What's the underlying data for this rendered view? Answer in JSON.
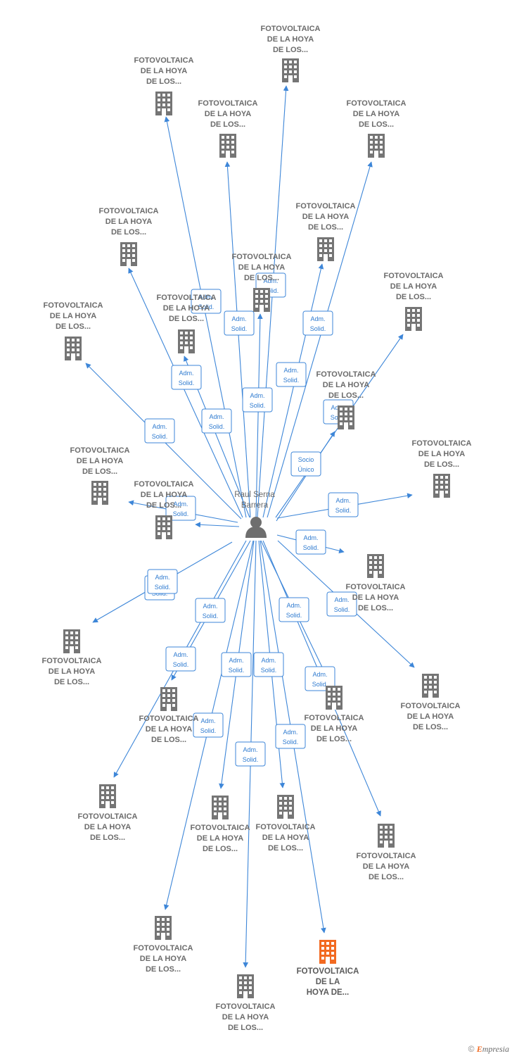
{
  "center": {
    "name_line1": "Raul Serna",
    "name_line2": "Barrera"
  },
  "colors": {
    "edge": "#3d86d8",
    "building": "#757575",
    "highlight": "#f26a21"
  },
  "nodes": [
    {
      "id": "n1",
      "l1": "FOTOVOLTAICA",
      "l2": "DE LA HOYA",
      "l3": "DE LOS..."
    },
    {
      "id": "n2",
      "l1": "FOTOVOLTAICA",
      "l2": "DE LA HOYA",
      "l3": "DE LOS..."
    },
    {
      "id": "n3",
      "l1": "FOTOVOLTAICA",
      "l2": "DE LA HOYA",
      "l3": "DE LOS..."
    },
    {
      "id": "n4",
      "l1": "FOTOVOLTAICA",
      "l2": "DE LA HOYA",
      "l3": "DE LOS..."
    },
    {
      "id": "n5",
      "l1": "FOTOVOLTAICA",
      "l2": "DE LA HOYA",
      "l3": "DE LOS..."
    },
    {
      "id": "n6",
      "l1": "FOTOVOLTAICA",
      "l2": "DE LA HOYA",
      "l3": "DE LOS..."
    },
    {
      "id": "n7",
      "l1": "FOTOVOLTAICA",
      "l2": "DE LA HOYA",
      "l3": "DE LOS..."
    },
    {
      "id": "n8",
      "l1": "FOTOVOLTAICA",
      "l2": "DE LA HOYA",
      "l3": "DE LOS..."
    },
    {
      "id": "n9",
      "l1": "FOTOVOLTAICA",
      "l2": "DE LA HOYA",
      "l3": "DE LOS..."
    },
    {
      "id": "n10",
      "l1": "FOTOVOLTAICA",
      "l2": "DE LA HOYA",
      "l3": "DE LOS..."
    },
    {
      "id": "n11",
      "l1": "FOTOVOLTAICA",
      "l2": "DE LA HOYA",
      "l3": "DE LOS..."
    },
    {
      "id": "n12",
      "l1": "FOTOVOLTAICA",
      "l2": "DE LA HOYA",
      "l3": "DE LOS..."
    },
    {
      "id": "n13",
      "l1": "FOTOVOLTAICA",
      "l2": "DE LA HOYA",
      "l3": "DE LOS..."
    },
    {
      "id": "n14",
      "l1": "FOTOVOLTAICA",
      "l2": "DE LA HOYA",
      "l3": "DE LOS..."
    },
    {
      "id": "n15",
      "l1": "FOTOVOLTAICA",
      "l2": "DE LA HOYA",
      "l3": "DE LOS..."
    },
    {
      "id": "n16",
      "l1": "FOTOVOLTAICA",
      "l2": "DE LA HOYA",
      "l3": "DE LOS..."
    },
    {
      "id": "n17",
      "l1": "FOTOVOLTAICA",
      "l2": "DE LA HOYA",
      "l3": "DE LOS..."
    },
    {
      "id": "n18",
      "l1": "FOTOVOLTAICA",
      "l2": "DE LA HOYA",
      "l3": "DE LOS..."
    },
    {
      "id": "n19",
      "l1": "FOTOVOLTAICA",
      "l2": "DE LA HOYA",
      "l3": "DE LOS..."
    },
    {
      "id": "n20",
      "l1": "FOTOVOLTAICA",
      "l2": "DE LA HOYA",
      "l3": "DE LOS..."
    },
    {
      "id": "n21",
      "l1": "FOTOVOLTAICA",
      "l2": "DE LA HOYA",
      "l3": "DE LOS..."
    },
    {
      "id": "n22",
      "l1": "FOTOVOLTAICA",
      "l2": "DE LA HOYA",
      "l3": "DE LOS..."
    },
    {
      "id": "n23",
      "l1": "FOTOVOLTAICA",
      "l2": "DE LA HOYA",
      "l3": "DE LOS..."
    },
    {
      "id": "n24",
      "l1": "FOTOVOLTAICA",
      "l2": "DE LA HOYA",
      "l3": "DE LOS..."
    },
    {
      "id": "n25",
      "l1": "FOTOVOLTAICA",
      "l2": "DE LA HOYA",
      "l3": "DE LOS..."
    },
    {
      "id": "n26",
      "l1": "FOTOVOLTAICA",
      "l2": "DE LA HOYA",
      "l3": "DE LOS..."
    },
    {
      "id": "n27",
      "l1": "FOTOVOLTAICA",
      "l2": "DE LA",
      "l3": "HOYA DE...",
      "highlight": true
    }
  ],
  "edges": [
    {
      "to": "n1",
      "label1": "Adm.",
      "label2": "Solid."
    },
    {
      "to": "n2",
      "label1": "Adm.",
      "label2": "Solid."
    },
    {
      "to": "n3",
      "label1": "Adm.",
      "label2": "Solid."
    },
    {
      "to": "n4",
      "label1": "Adm.",
      "label2": "Solid."
    },
    {
      "to": "n5",
      "label1": "Adm.",
      "label2": "Solid."
    },
    {
      "to": "n6",
      "label1": "Adm.",
      "label2": "Solid."
    },
    {
      "to": "n7",
      "label1": "Adm.",
      "label2": "Solid."
    },
    {
      "to": "n8",
      "label1": "Adm.",
      "label2": "Solid."
    },
    {
      "to": "n9",
      "label1": "Adm.",
      "label2": "Solid."
    },
    {
      "to": "n10",
      "label1": "Adm.",
      "label2": "Solid."
    },
    {
      "to": "n11",
      "label1": "Socio",
      "label2": "Único"
    },
    {
      "to": "n12",
      "label1": "Adm.",
      "label2": "Solid."
    },
    {
      "to": "n13",
      "label1": "Adm.",
      "label2": "Solid."
    },
    {
      "to": "n14",
      "label1": "Adm.",
      "label2": "Solid."
    },
    {
      "to": "n15",
      "label1": "Adm.",
      "label2": "Solid."
    },
    {
      "to": "n16",
      "label1": "Adm.",
      "label2": "Solid."
    },
    {
      "to": "n17",
      "label1": "Adm.",
      "label2": "Solid."
    },
    {
      "to": "n18",
      "label1": "Adm.",
      "label2": "Solid."
    },
    {
      "to": "n19",
      "label1": "Adm.",
      "label2": "Solid."
    },
    {
      "to": "n20",
      "label1": "Adm.",
      "label2": "Solid."
    },
    {
      "to": "n21",
      "label1": "Adm.",
      "label2": "Solid."
    },
    {
      "to": "n22",
      "label1": "Adm.",
      "label2": "Solid."
    },
    {
      "to": "n23",
      "label1": "Adm.",
      "label2": "Solid."
    },
    {
      "to": "n24",
      "label1": "Adm.",
      "label2": "Solid."
    },
    {
      "to": "n25",
      "label1": "Adm.",
      "label2": "Solid."
    },
    {
      "to": "n26",
      "label1": "Adm.",
      "label2": "Solid."
    },
    {
      "to": "n27",
      "label1": "Adm.",
      "label2": "Solid."
    }
  ],
  "footer": {
    "copyright": "©",
    "brand_first": "E",
    "brand_rest": "mpresia"
  }
}
